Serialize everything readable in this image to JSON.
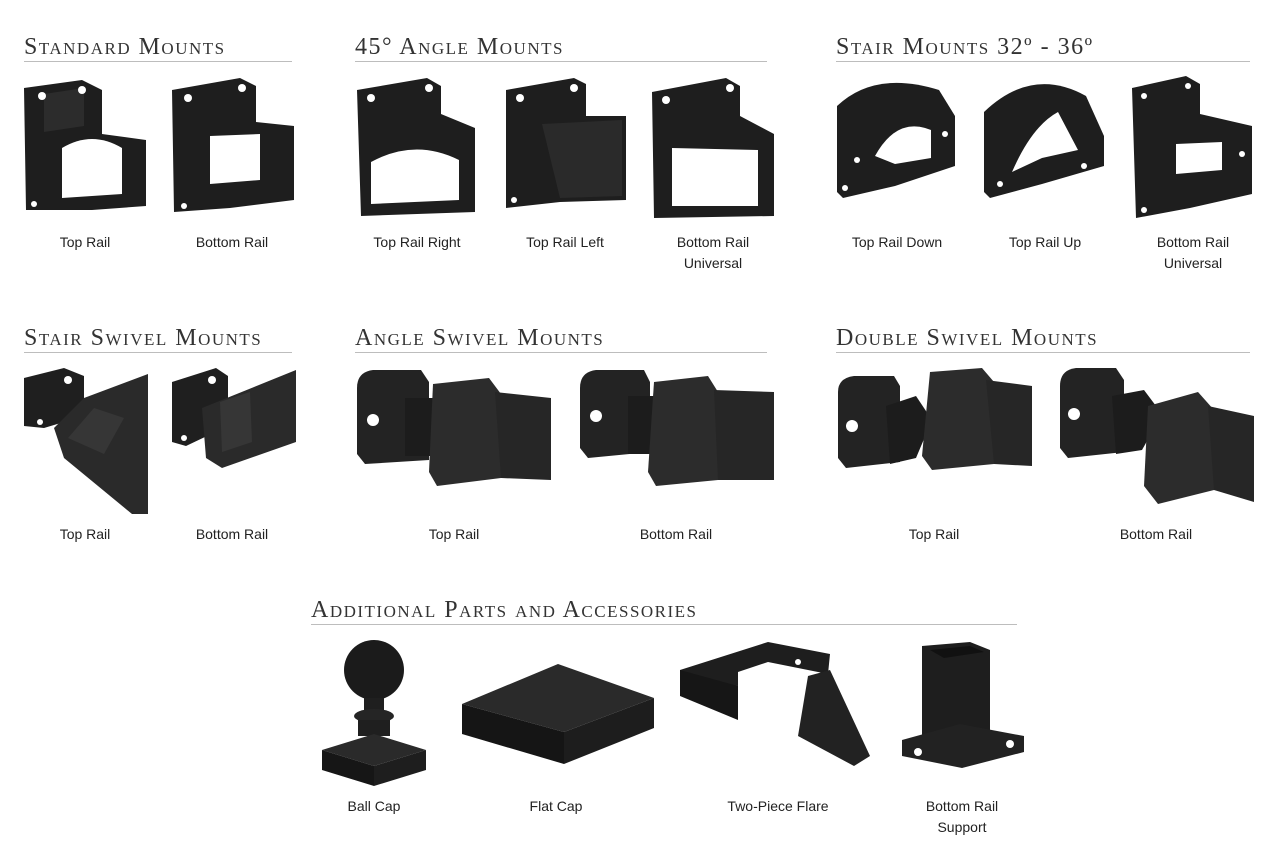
{
  "sections": {
    "standard": {
      "title": "Standard Mounts",
      "items": [
        {
          "label": "Top Rail"
        },
        {
          "label": "Bottom Rail"
        }
      ]
    },
    "angle45": {
      "title": "45° Angle Mounts",
      "items": [
        {
          "label": "Top Rail Right"
        },
        {
          "label": "Top Rail Left"
        },
        {
          "label": "Bottom Rail\nUniversal"
        }
      ]
    },
    "stair": {
      "title": "Stair Mounts 32º - 36º",
      "items": [
        {
          "label": "Top Rail Down"
        },
        {
          "label": "Top Rail Up"
        },
        {
          "label": "Bottom Rail\nUniversal"
        }
      ]
    },
    "stair_swivel": {
      "title": "Stair Swivel Mounts",
      "items": [
        {
          "label": "Top Rail"
        },
        {
          "label": "Bottom Rail"
        }
      ]
    },
    "angle_swivel": {
      "title": "Angle Swivel Mounts",
      "items": [
        {
          "label": "Top Rail"
        },
        {
          "label": "Bottom Rail"
        }
      ]
    },
    "double_swivel": {
      "title": "Double Swivel Mounts",
      "items": [
        {
          "label": "Top Rail"
        },
        {
          "label": "Bottom Rail"
        }
      ]
    },
    "accessories": {
      "title": "Additional Parts and Accessories",
      "items": [
        {
          "label": "Ball Cap"
        },
        {
          "label": "Flat Cap"
        },
        {
          "label": "Two-Piece Flare"
        },
        {
          "label": "Bottom Rail\nSupport"
        }
      ]
    }
  }
}
